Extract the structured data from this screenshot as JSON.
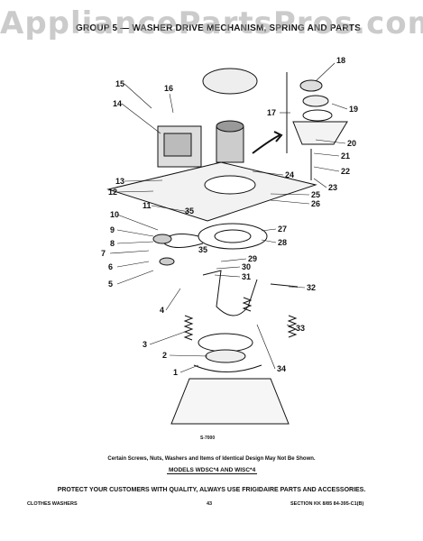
{
  "watermark": "AppliancePartsPros.com",
  "header_title": "GROUP 5 — WASHER DRIVE MECHANISM, SPRING AND PARTS",
  "drawing_code": "S-7000",
  "note": "Certain Screws, Nuts, Washers and Items of Identical Design May Not Be Shown.",
  "models": "MODELS WDSC*4 AND WISC*4",
  "protect": "PROTECT YOUR CUSTOMERS WITH QUALITY, ALWAYS USE FRIGIDAIRE PARTS AND ACCESSORIES.",
  "footer": {
    "left": "CLOTHES WASHERS",
    "page": "43",
    "section": "SECTION KK 8/85 84-395-C1(B)"
  },
  "callouts": [
    "1",
    "2",
    "3",
    "4",
    "5",
    "6",
    "7",
    "8",
    "9",
    "10",
    "11",
    "12",
    "13",
    "14",
    "15",
    "16",
    "17",
    "18",
    "19",
    "20",
    "21",
    "22",
    "23",
    "24",
    "25",
    "26",
    "27",
    "28",
    "29",
    "30",
    "31",
    "32",
    "33",
    "34",
    "35",
    "35"
  ]
}
